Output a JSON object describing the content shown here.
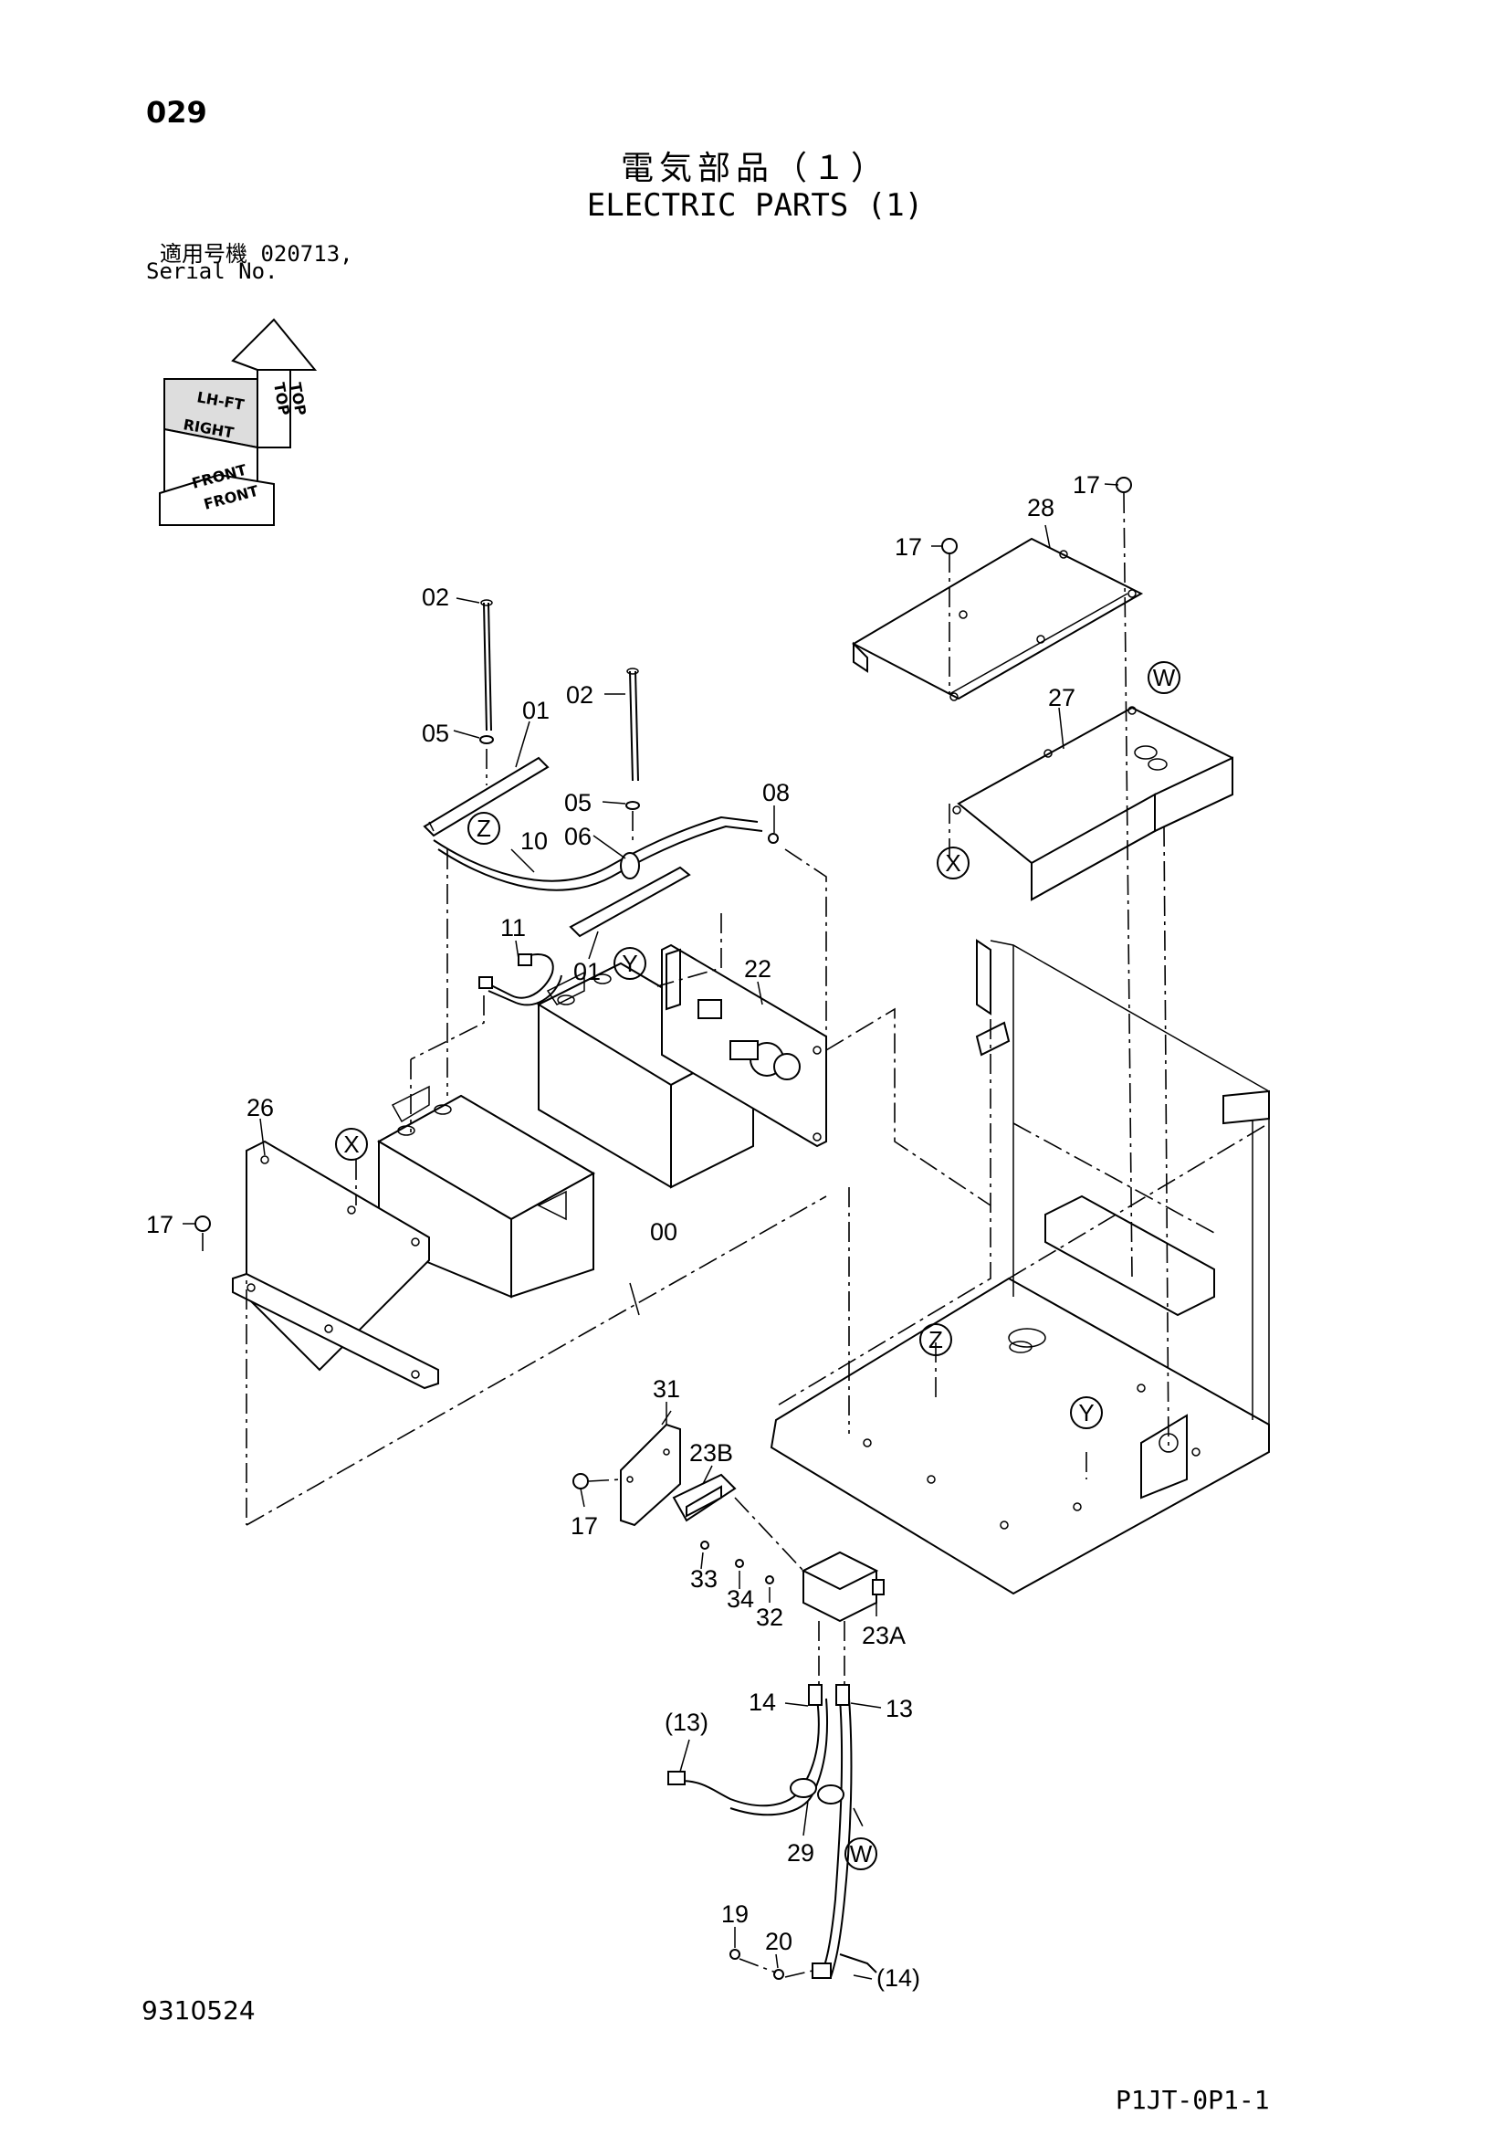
{
  "header": {
    "page_number": "029",
    "title_ja": "電気部品（１）",
    "title_en": "ELECTRIC PARTS (1)",
    "serial_ja": "適用号機  020713,",
    "serial_en": "Serial No."
  },
  "orientation": {
    "top_a": "TOP",
    "top_b": "TOP",
    "lh": "LH-FT",
    "right": "RIGHT",
    "front_a": "FRONT",
    "front_b": "FRONT"
  },
  "callouts": {
    "c00": "00",
    "c01a": "01",
    "c01b": "01",
    "c02a": "02",
    "c02b": "02",
    "c05a": "05",
    "c05b": "05",
    "c06": "06",
    "c08": "08",
    "c10": "10",
    "c11": "11",
    "c13": "13",
    "c13p": "(13)",
    "c14": "14",
    "c14p": "(14)",
    "c17a": "17",
    "c17b": "17",
    "c17c": "17",
    "c17d": "17",
    "c19": "19",
    "c20": "20",
    "c22": "22",
    "c23a": "23A",
    "c23b": "23B",
    "c26": "26",
    "c27": "27",
    "c28": "28",
    "c29": "29",
    "c31": "31",
    "c32": "32",
    "c33": "33",
    "c34": "34"
  },
  "markers": {
    "w1": "W",
    "w2": "W",
    "x1": "X",
    "x2": "X",
    "y1": "Y",
    "y2": "Y",
    "z1": "Z",
    "z2": "Z"
  },
  "footer": {
    "doc_number": "9310524",
    "page_ref": "P1JT-0P1-1"
  }
}
